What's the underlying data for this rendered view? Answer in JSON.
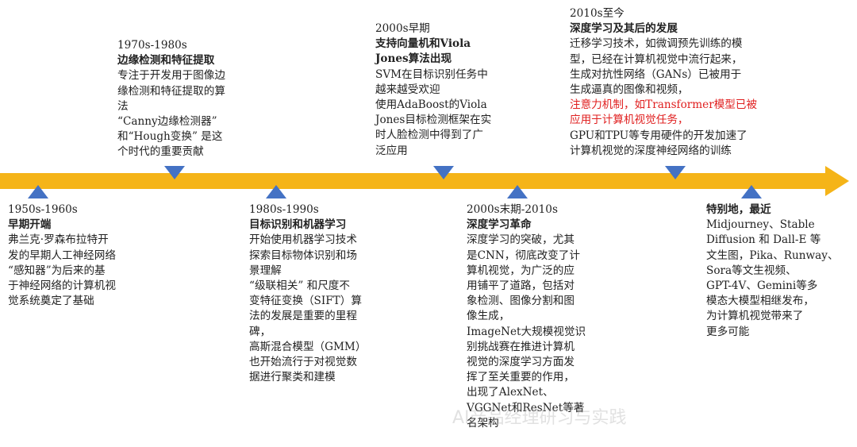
{
  "colors": {
    "arrow": "#f5b418",
    "marker": "#4472c4",
    "highlight": "#e02020"
  },
  "watermark": "AI产品经理研习与实践",
  "blocks": [
    {
      "period": "1950s-1960s",
      "title": "早期开端",
      "lines": [
        "弗兰克·罗森布拉特开",
        "发的早期人工神经网络",
        "“感知器”为后来的基",
        "于神经网络的计算机视",
        "觉系统奠定了基础"
      ]
    },
    {
      "period": "1970s-1980s",
      "title": "边缘检测和特征提取",
      "lines": [
        "专注于开发用于图像边",
        "缘检测和特征提取的算",
        "法",
        "“Canny边缘检测器”",
        "和“Hough变换” 是这",
        "个时代的重要贡献"
      ]
    },
    {
      "period": "1980s-1990s",
      "title": "目标识别和机器学习",
      "lines": [
        "开始使用机器学习技术",
        "探索目标物体识别和场",
        "景理解",
        "“级联相关” 和尺度不",
        "变特征变换（SIFT）算",
        "法的发展是重要的里程",
        "碑，",
        "高斯混合模型（GMM）",
        "也开始流行于对视觉数",
        "据进行聚类和建模"
      ]
    },
    {
      "period": "2000s早期",
      "title": "支持向量机和Viola",
      "title2": "Jones算法出现",
      "lines": [
        "SVM在目标识别任务中",
        "越来越受欢迎",
        "使用AdaBoost的Viola",
        "Jones目标检测框架在实",
        "时人脸检测中得到了广",
        "泛应用"
      ]
    },
    {
      "period": "2000s末期-2010s",
      "title": "深度学习革命",
      "lines": [
        "深度学习的突破，尤其",
        "是CNN，彻底改变了计",
        "算机视觉，为广泛的应",
        "用铺平了道路，包括对",
        "象检测、图像分割和图",
        "像生成，",
        "ImageNet大规模视觉识",
        "别挑战赛在推进计算机",
        "视觉的深度学习方面发",
        "挥了至关重要的作用，",
        "出现了AlexNet、",
        "VGGNet和ResNet等著",
        "名架构"
      ]
    },
    {
      "period": "2010s至今",
      "title": "深度学习及其后的发展",
      "lines": [
        "迁移学习技术，如微调预先训练的模",
        "型，已经在计算机视觉中流行起来，",
        "生成对抗性网络（GANs）已被用于",
        "生成逼真的图像和视频，"
      ],
      "red_lines": [
        "注意力机制，如Transformer模型已被",
        "应用于计算机视觉任务，"
      ],
      "lines_after": [
        "GPU和TPU等专用硬件的开发加速了",
        "计算机视觉的深度神经网络的训练"
      ]
    },
    {
      "title": "特别地，最近",
      "lines": [
        "Midjourney、Stable",
        "Diffusion 和 Dall-E 等",
        "文生图，Pika、Runway、",
        "Sora等文生视频、",
        "GPT-4V、Gemini等多",
        "模态大模型相继发布，",
        "为计算机视觉带来了",
        "更多可能"
      ]
    }
  ]
}
